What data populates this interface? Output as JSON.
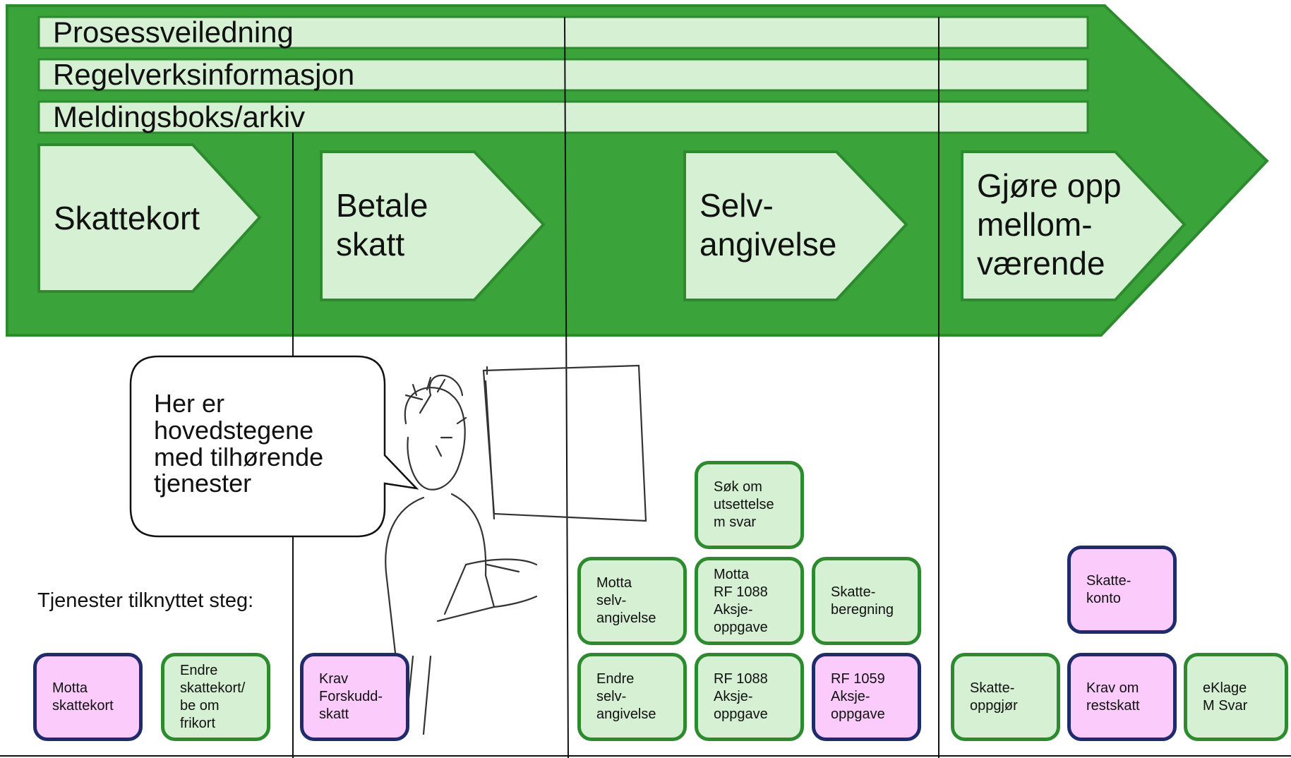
{
  "colors": {
    "banner": "#3aa33a",
    "banner_border": "#2e8a2e",
    "light_green": "#d5f0d3",
    "pink": "#fbccfb",
    "navy": "#1f2b6b"
  },
  "bars": [
    {
      "label": "Prosessveiledning"
    },
    {
      "label": "Regelverksinformasjon"
    },
    {
      "label": "Meldingsboks/arkiv"
    }
  ],
  "steps": [
    {
      "label": "Skattekort"
    },
    {
      "label": "Betale\nskatt"
    },
    {
      "label": "Selv-\nangivelse"
    },
    {
      "label": "Gjøre opp\nmellom-\nværende"
    }
  ],
  "bubble": {
    "text": "Her er\nhovedstegene\nmed tilhørende\ntjenester"
  },
  "services_label": "Tjenester tilknyttet steg:",
  "services": [
    {
      "label": "Motta\nskattekort",
      "style": "pink"
    },
    {
      "label": "Endre\nskattekort/\nbe om\nfrikort",
      "style": "green"
    },
    {
      "label": "Krav\nForskudd-\nskatt",
      "style": "pink"
    },
    {
      "label": "Søk om\nutsettelse\nm svar",
      "style": "green"
    },
    {
      "label": "Motta\nselv-\nangivelse",
      "style": "green"
    },
    {
      "label": "Motta\nRF 1088\nAksje-\noppgave",
      "style": "green"
    },
    {
      "label": "Skatte-\nberegning",
      "style": "green"
    },
    {
      "label": "Endre\nselv-\nangivelse",
      "style": "green"
    },
    {
      "label": "RF 1088\nAksje-\noppgave",
      "style": "green"
    },
    {
      "label": "RF 1059\nAksje-\noppgave",
      "style": "pink"
    },
    {
      "label": "Skatte-\nkonto",
      "style": "pink"
    },
    {
      "label": "Skatte-\noppgjør",
      "style": "green"
    },
    {
      "label": "Krav om\nrestskatt",
      "style": "pink"
    },
    {
      "label": "eKlage\nM Svar",
      "style": "green"
    }
  ]
}
